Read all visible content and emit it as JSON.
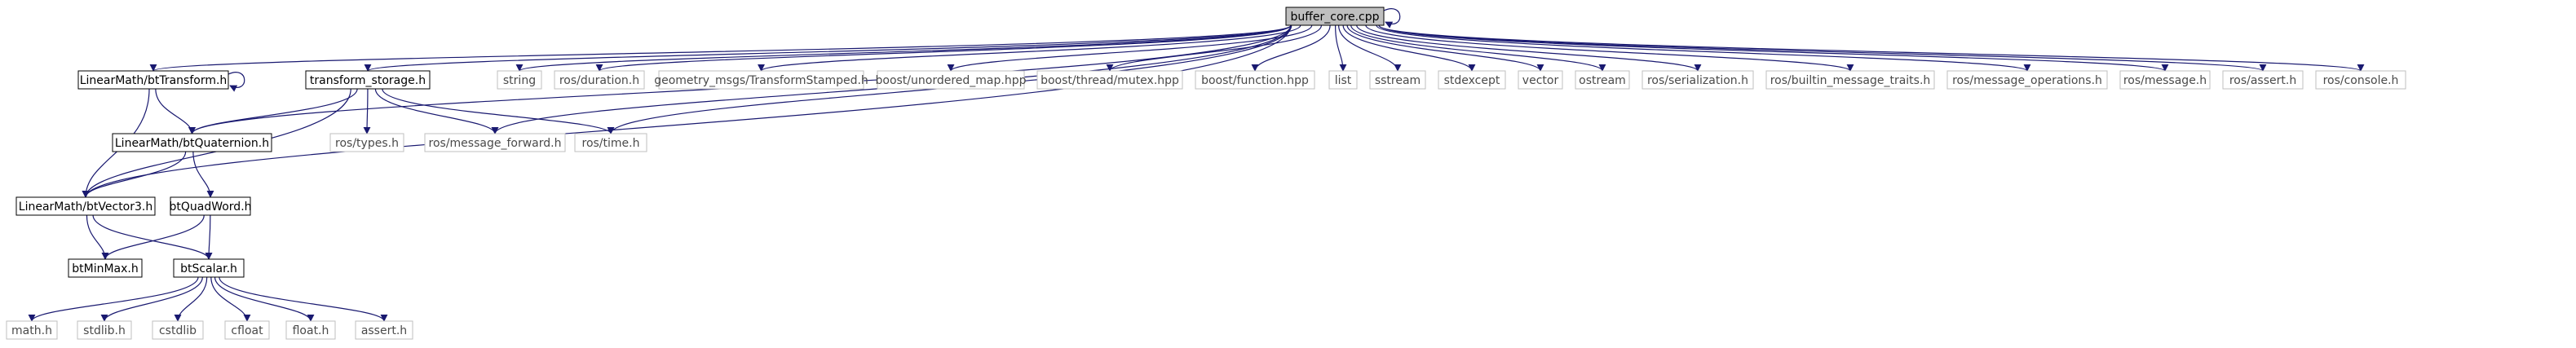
{
  "nodes": {
    "buffer_core": "buffer_core.cpp",
    "lm_bttransform": "LinearMath/btTransform.h",
    "transform_storage": "transform_storage.h",
    "string": "string",
    "ros_duration": "ros/duration.h",
    "geometry_msgs": "geometry_msgs/TransformStamped.h",
    "boost_unordered_map": "boost/unordered_map.hpp",
    "boost_thread_mutex": "boost/thread/mutex.hpp",
    "boost_function": "boost/function.hpp",
    "list": "list",
    "sstream": "sstream",
    "stdexcept": "stdexcept",
    "vector": "vector",
    "ostream": "ostream",
    "ros_serialization": "ros/serialization.h",
    "ros_builtin_message_traits": "ros/builtin_message_traits.h",
    "ros_message_operations": "ros/message_operations.h",
    "ros_message": "ros/message.h",
    "ros_assert": "ros/assert.h",
    "ros_console": "ros/console.h",
    "ros_types": "ros/types.h",
    "ros_message_forward": "ros/message_forward.h",
    "ros_time": "ros/time.h",
    "lm_btquaternion": "LinearMath/btQuaternion.h",
    "lm_btvector3": "LinearMath/btVector3.h",
    "btquadword": "btQuadWord.h",
    "btminmax": "btMinMax.h",
    "btscalar": "btScalar.h",
    "math_h": "math.h",
    "stdlib_h": "stdlib.h",
    "cstdlib": "cstdlib",
    "cfloat": "cfloat",
    "float_h": "float.h",
    "assert_h": "assert.h"
  },
  "edges": [
    [
      "buffer_core",
      "buffer_core"
    ],
    [
      "buffer_core",
      "lm_bttransform"
    ],
    [
      "buffer_core",
      "transform_storage"
    ],
    [
      "buffer_core",
      "string"
    ],
    [
      "buffer_core",
      "ros_duration"
    ],
    [
      "buffer_core",
      "geometry_msgs"
    ],
    [
      "buffer_core",
      "boost_unordered_map"
    ],
    [
      "buffer_core",
      "boost_thread_mutex"
    ],
    [
      "buffer_core",
      "boost_function"
    ],
    [
      "buffer_core",
      "list"
    ],
    [
      "buffer_core",
      "sstream"
    ],
    [
      "buffer_core",
      "stdexcept"
    ],
    [
      "buffer_core",
      "vector"
    ],
    [
      "buffer_core",
      "ostream"
    ],
    [
      "buffer_core",
      "ros_serialization"
    ],
    [
      "buffer_core",
      "ros_builtin_message_traits"
    ],
    [
      "buffer_core",
      "ros_message_operations"
    ],
    [
      "buffer_core",
      "ros_message"
    ],
    [
      "buffer_core",
      "ros_assert"
    ],
    [
      "buffer_core",
      "ros_console"
    ],
    [
      "buffer_core",
      "ros_message_forward"
    ],
    [
      "buffer_core",
      "ros_time"
    ],
    [
      "buffer_core",
      "lm_btquaternion"
    ],
    [
      "buffer_core",
      "lm_btvector3"
    ],
    [
      "lm_bttransform",
      "lm_bttransform"
    ],
    [
      "lm_bttransform",
      "lm_btquaternion"
    ],
    [
      "lm_bttransform",
      "lm_btvector3"
    ],
    [
      "transform_storage",
      "lm_btquaternion"
    ],
    [
      "transform_storage",
      "lm_btvector3"
    ],
    [
      "transform_storage",
      "ros_types"
    ],
    [
      "transform_storage",
      "ros_message_forward"
    ],
    [
      "transform_storage",
      "ros_time"
    ],
    [
      "lm_btquaternion",
      "lm_btvector3"
    ],
    [
      "lm_btquaternion",
      "btquadword"
    ],
    [
      "lm_btvector3",
      "btminmax"
    ],
    [
      "lm_btvector3",
      "btscalar"
    ],
    [
      "btquadword",
      "btminmax"
    ],
    [
      "btquadword",
      "btscalar"
    ],
    [
      "btscalar",
      "math_h"
    ],
    [
      "btscalar",
      "stdlib_h"
    ],
    [
      "btscalar",
      "cstdlib"
    ],
    [
      "btscalar",
      "cfloat"
    ],
    [
      "btscalar",
      "float_h"
    ],
    [
      "btscalar",
      "assert_h"
    ]
  ],
  "colors": {
    "edge": "#191970",
    "root_fill": "#bfbfbf",
    "root_border": "#000000",
    "internal_border": "#000000",
    "external_border": "#bfbfbf",
    "text": "#000000"
  }
}
